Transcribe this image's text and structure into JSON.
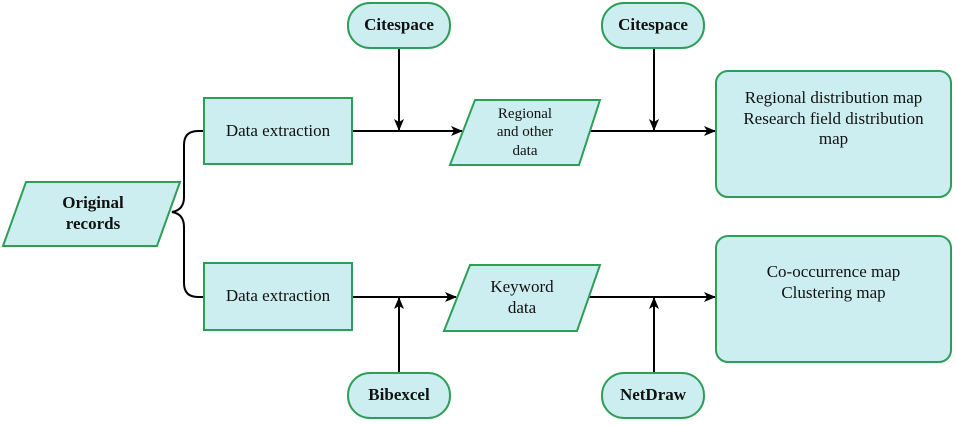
{
  "colors": {
    "fill": "#cdeef0",
    "stroke": "#2e9e57",
    "line": "#000000"
  },
  "nodes": {
    "original_records": {
      "lines": [
        "Original",
        "records"
      ]
    },
    "data_extraction_top": {
      "lines": [
        "Data extraction"
      ]
    },
    "data_extraction_bottom": {
      "lines": [
        "Data extraction"
      ]
    },
    "regional_data": {
      "lines": [
        "Regional",
        "and other",
        "data"
      ]
    },
    "keyword_data": {
      "lines": [
        "Keyword",
        "data"
      ]
    },
    "citespace_left": {
      "lines": [
        "Citespace"
      ]
    },
    "citespace_right": {
      "lines": [
        "Citespace"
      ]
    },
    "bibexcel": {
      "lines": [
        "Bibexcel"
      ]
    },
    "netdraw": {
      "lines": [
        "NetDraw"
      ]
    },
    "output_top": {
      "lines": [
        "Regional distribution map",
        "Research field distribution",
        "map"
      ]
    },
    "output_bottom": {
      "lines": [
        "Co-occurrence map",
        "Clustering map"
      ]
    }
  }
}
